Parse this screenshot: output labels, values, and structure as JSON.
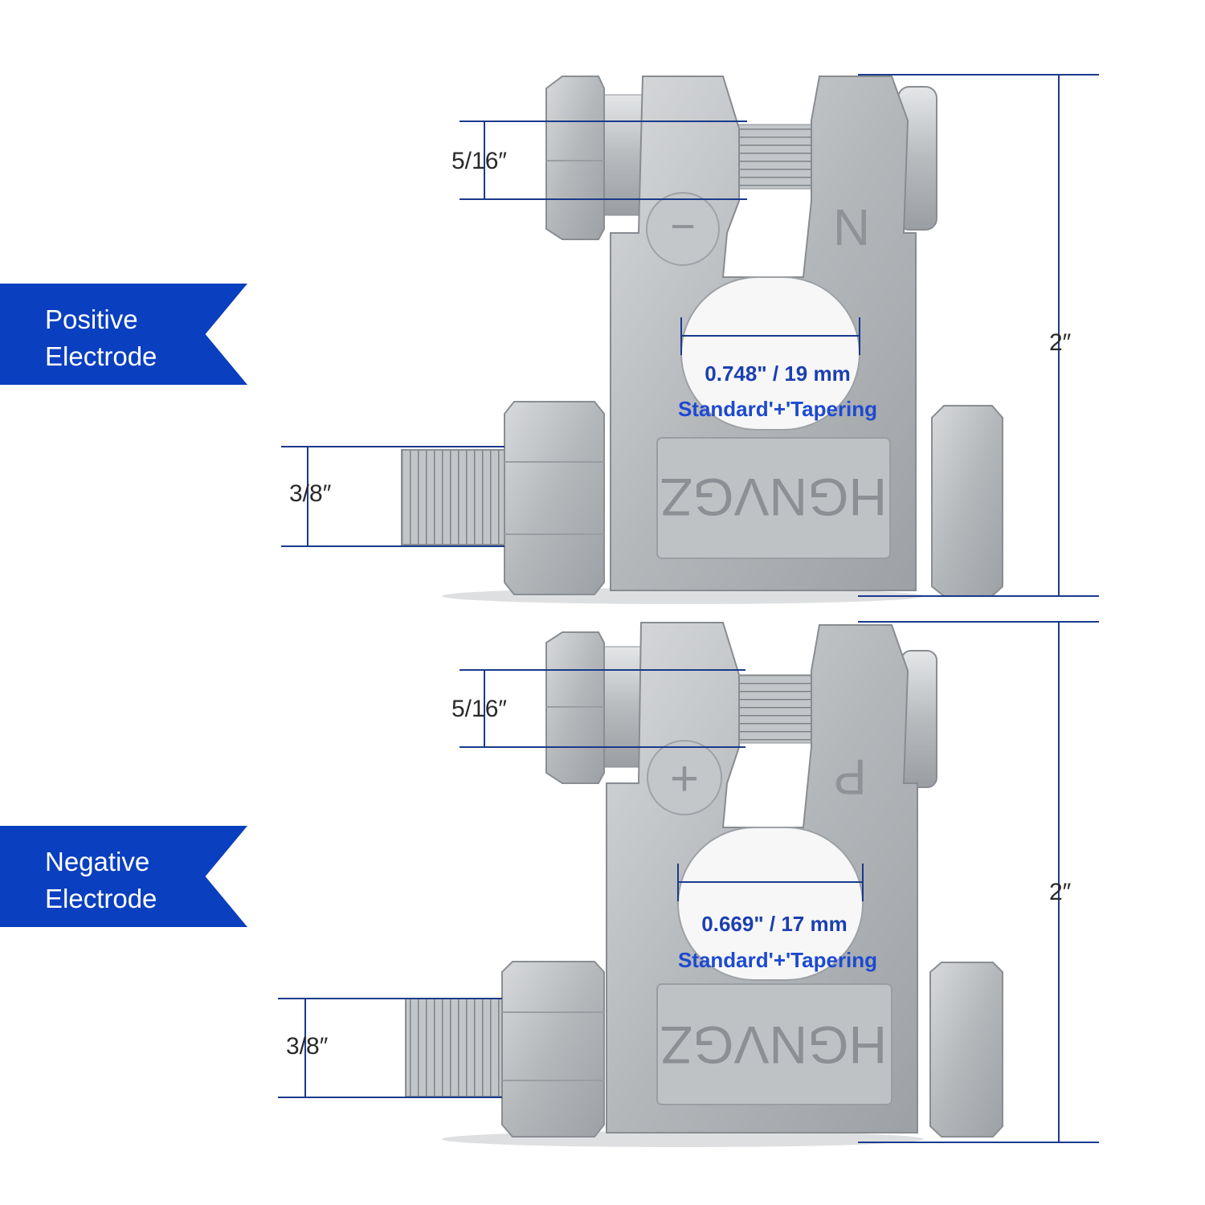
{
  "labels": {
    "positive": [
      "Positive",
      "Electrode"
    ],
    "negative": [
      "Negative",
      "Electrode"
    ]
  },
  "terminal_top": {
    "bolt_dim": "5/16″",
    "post_dim": "3/8″",
    "height_dim": "2″",
    "hole_size": "0.748\" / 19 mm",
    "hole_type": "Standard'+'Tapering",
    "polarity_mark": "−",
    "letter_mark": "N",
    "brand_stamp": "HGNVGZ"
  },
  "terminal_bottom": {
    "bolt_dim": "5/16″",
    "post_dim": "3/8″",
    "height_dim": "2″",
    "hole_size": "0.669\" / 17 mm",
    "hole_type": "Standard'+'Tapering",
    "polarity_mark": "+",
    "letter_mark": "P",
    "brand_stamp": "HGNVGZ"
  },
  "colors": {
    "banner": "#0a3fc0",
    "dimension_line": "#1a3a8c",
    "metal": "#b9bcbf"
  }
}
